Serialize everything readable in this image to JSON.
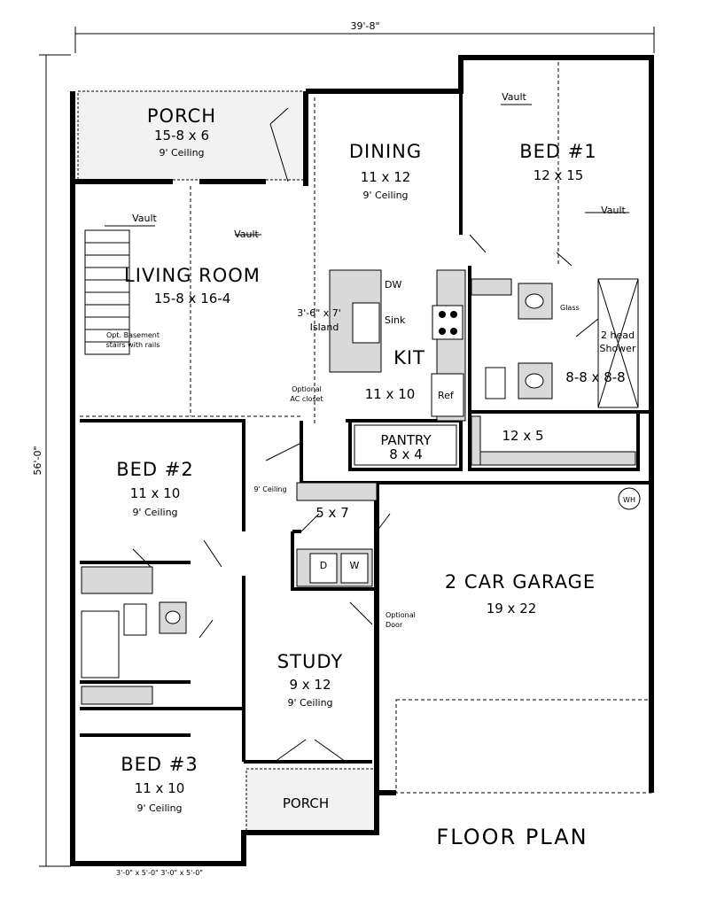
{
  "plan": {
    "title": "FLOOR PLAN",
    "overall_width": "39'-8\"",
    "overall_depth": "56'-0\"",
    "window_note": "3'-0\" x 5'-0\" 3'-0\" x 5'-0\"",
    "rooms": {
      "porch_front": {
        "name": "PORCH",
        "size": "15-8 x 6",
        "ceiling": "9' Ceiling"
      },
      "dining": {
        "name": "DINING",
        "size": "11 x 12",
        "ceiling": "9' Ceiling"
      },
      "bed1": {
        "name": "BED #1",
        "size": "12 x 15",
        "vault1": "Vault",
        "vault2": "Vault"
      },
      "living": {
        "name": "LIVING ROOM",
        "size": "15-8 x 16-4",
        "vault1": "Vault",
        "vault2": "Vault",
        "stairs_note1": "Opt. Basement",
        "stairs_note2": "stairs with rails"
      },
      "kitchen": {
        "name": "KIT",
        "size": "11 x 10",
        "island1": "3'-6\" x 7'",
        "island2": "Island",
        "dw": "DW",
        "sink": "Sink",
        "ref": "Ref"
      },
      "master_bath": {
        "size": "8-8 x 8-8",
        "glass": "Glass",
        "shower1": "2 head",
        "shower2": "Shower"
      },
      "closet_master": {
        "size": "12 x 5"
      },
      "ac_closet": {
        "line1": "Optional",
        "line2": "AC closet"
      },
      "pantry": {
        "name": "PANTRY",
        "size": "8 x 4"
      },
      "bed2": {
        "name": "BED #2",
        "size": "11 x 10",
        "ceiling": "9' Ceiling"
      },
      "hall_ceiling": "9' Ceiling",
      "laundry": {
        "size": "5 x 7",
        "dryer": "D",
        "washer": "W"
      },
      "water_heater": "WH",
      "garage": {
        "name": "2 CAR GARAGE",
        "size": "19 x 22",
        "door1": "Optional",
        "door2": "Door"
      },
      "study": {
        "name": "STUDY",
        "size": "9 x 12",
        "ceiling": "9' Ceiling"
      },
      "bed3": {
        "name": "BED #3",
        "size": "11 x 10",
        "ceiling": "9' Ceiling"
      },
      "porch_rear": {
        "name": "PORCH"
      }
    }
  }
}
